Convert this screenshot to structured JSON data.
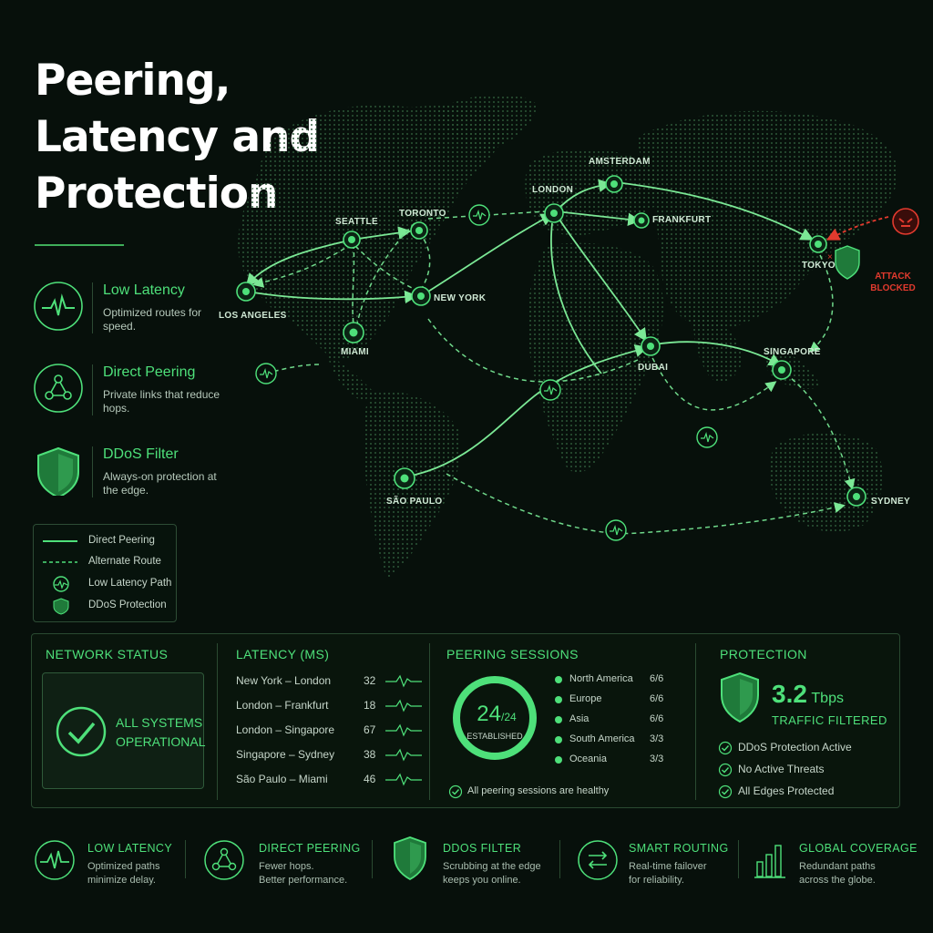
{
  "title": {
    "line1": "Peering,",
    "line2": "Latency and",
    "line3": "Protection"
  },
  "features": [
    {
      "heading": "Low Latency",
      "desc": "Optimized routes for speed.",
      "icon": "pulse-icon"
    },
    {
      "heading": "Direct Peering",
      "desc": "Private links that reduce hops.",
      "icon": "network-nodes-icon"
    },
    {
      "heading": "DDoS Filter",
      "desc": "Always-on protection at the edge.",
      "icon": "shield-icon"
    }
  ],
  "legend": {
    "direct": "Direct Peering",
    "alternate": "Alternate Route",
    "low_latency": "Low Latency Path",
    "ddos": "DDoS Protection"
  },
  "cities": {
    "seattle": "SEATTLE",
    "toronto": "TORONTO",
    "los_angeles": "LOS ANGELES",
    "new_york": "NEW YORK",
    "miami": "MIAMI",
    "sao_paulo": "SÃO PAULO",
    "london": "LONDON",
    "amsterdam": "AMSTERDAM",
    "frankfurt": "FRANKFURT",
    "dubai": "DUBAI",
    "singapore": "SINGAPORE",
    "tokyo": "TOKYO",
    "sydney": "SYDNEY"
  },
  "attack": {
    "line1": "ATTACK",
    "line2": "BLOCKED"
  },
  "panel": {
    "network_status": {
      "heading": "NETWORK STATUS",
      "line1": "ALL SYSTEMS",
      "line2": "OPERATIONAL"
    },
    "latency": {
      "heading": "LATENCY (MS)",
      "rows": [
        {
          "route": "New York – London",
          "ms": "32"
        },
        {
          "route": "London – Frankfurt",
          "ms": "18"
        },
        {
          "route": "London – Singapore",
          "ms": "67"
        },
        {
          "route": "Singapore – Sydney",
          "ms": "38"
        },
        {
          "route": "São Paulo – Miami",
          "ms": "46"
        }
      ]
    },
    "peering": {
      "heading": "PEERING SESSIONS",
      "count": "24",
      "total": "/24",
      "label": "ESTABLISHED",
      "regions": [
        {
          "name": "North America",
          "value": "6/6"
        },
        {
          "name": "Europe",
          "value": "6/6"
        },
        {
          "name": "Asia",
          "value": "6/6"
        },
        {
          "name": "South America",
          "value": "3/3"
        },
        {
          "name": "Oceania",
          "value": "3/3"
        }
      ],
      "healthy": "All peering sessions are healthy"
    },
    "protection": {
      "heading": "PROTECTION",
      "amount": "3.2",
      "unit": "Tbps",
      "label": "TRAFFIC FILTERED",
      "items": [
        "DDoS Protection Active",
        "No Active Threats",
        "All Edges Protected"
      ]
    }
  },
  "bottom": [
    {
      "heading": "LOW LATENCY",
      "line1": "Optimized paths",
      "line2": "minimize delay."
    },
    {
      "heading": "DIRECT PEERING",
      "line1": "Fewer hops.",
      "line2": "Better performance."
    },
    {
      "heading": "DDOS FILTER",
      "line1": "Scrubbing at the edge",
      "line2": "keeps you online."
    },
    {
      "heading": "SMART ROUTING",
      "line1": "Real-time failover",
      "line2": "for reliability."
    },
    {
      "heading": "GLOBAL COVERAGE",
      "line1": "Redundant paths",
      "line2": "across the globe."
    }
  ],
  "colors": {
    "accent": "#4ee07a",
    "background": "#07100b",
    "alert": "#e23a2e",
    "shield": "#1f7a3a"
  }
}
